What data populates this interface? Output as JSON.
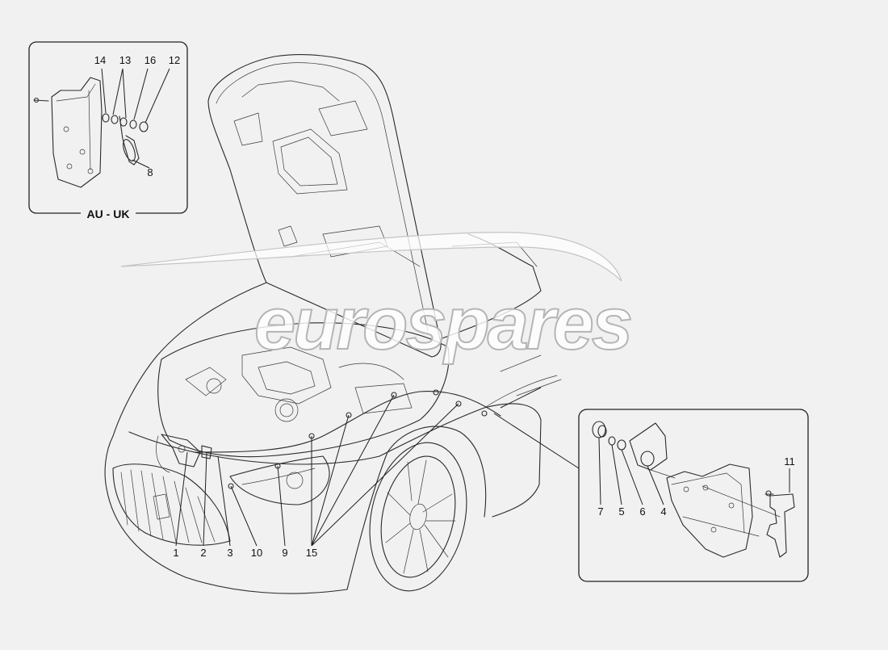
{
  "callouts": {
    "c1": "1",
    "c2": "2",
    "c3": "3",
    "c10": "10",
    "c9": "9",
    "c15": "15",
    "c7": "7",
    "c5": "5",
    "c6": "6",
    "c4": "4",
    "c11": "11",
    "c14": "14",
    "c13": "13",
    "c16": "16",
    "c12": "12",
    "c8": "8"
  },
  "inset_left_caption": "AU - UK",
  "watermark": "eurospares",
  "colors": {
    "line": "#2a2a2a",
    "background": "#f1f1f1",
    "watermark_stroke": "#b5b5b5"
  }
}
